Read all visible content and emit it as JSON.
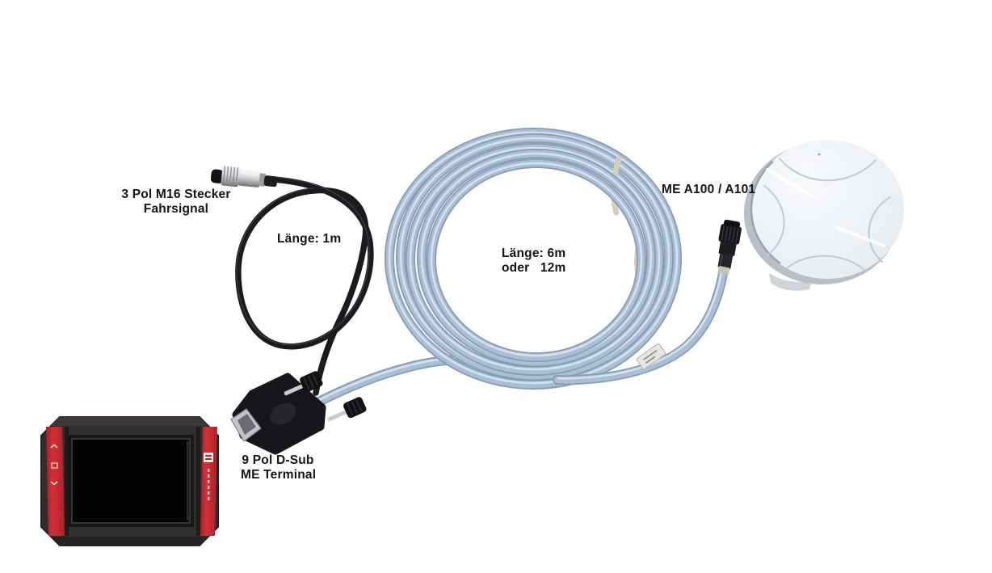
{
  "labels": {
    "m16_line1": "3 Pol M16 Stecker",
    "m16_line2": "Fahrsignal",
    "cable1_length": "Länge: 1m",
    "coil_length_line1": "Länge: 6m",
    "coil_length_line2": "oder   12m",
    "antenna_model": "ME A100 / A101",
    "dsub_line1": "9 Pol D-Sub",
    "dsub_line2": "ME Terminal"
  },
  "colors": {
    "background": "#ffffff",
    "label_text": "#141414",
    "cable_gray": "#a9bfd5",
    "cable_gray_dark": "#849cb4",
    "cable_gray_light": "#d9e4ef",
    "cable_black": "#1b1b1f",
    "terminal_body": "#312e2f",
    "terminal_red": "#c3242b",
    "terminal_screen": "#040404",
    "antenna_seam": "#c2c9d1",
    "band_tan": "#c2c6b4",
    "tape_beige": "#d6cdbb"
  }
}
